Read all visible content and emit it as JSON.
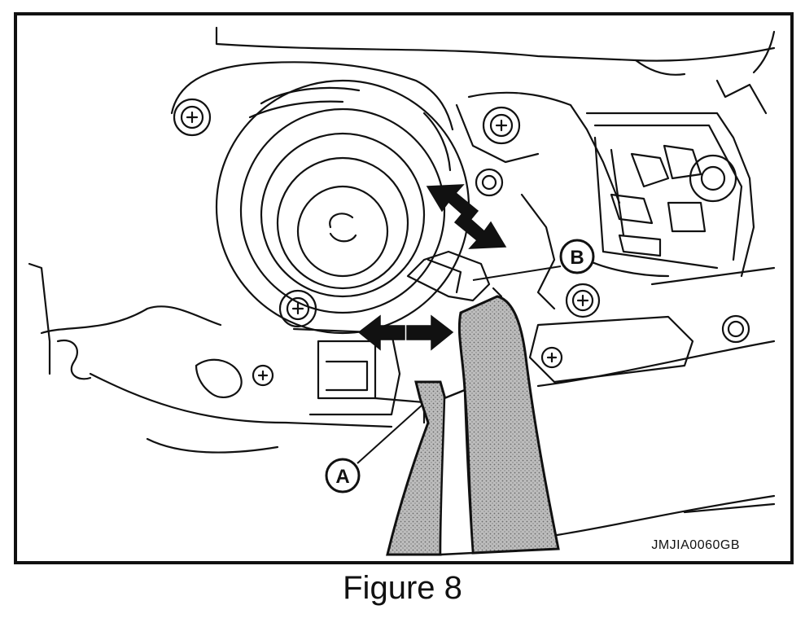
{
  "diagram": {
    "callouts": [
      {
        "id": "A",
        "label": "A"
      },
      {
        "id": "B",
        "label": "B"
      }
    ],
    "figure_code": "JMJIA0060GB",
    "caption": "Figure 8"
  }
}
